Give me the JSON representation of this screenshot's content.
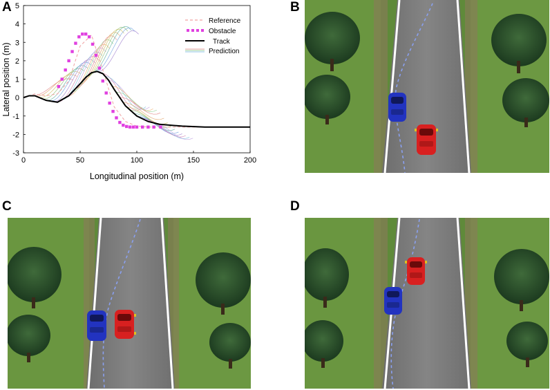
{
  "panels": {
    "a": "A",
    "b": "B",
    "c": "C",
    "d": "D"
  },
  "chart_data": {
    "type": "line",
    "title": "",
    "xlabel": "Longitudinal position (m)",
    "ylabel": "Lateral position (m)",
    "xlim": [
      0,
      200
    ],
    "ylim": [
      -3,
      5
    ],
    "xticks": [
      0,
      50,
      100,
      150,
      200
    ],
    "yticks": [
      -3,
      -2,
      -1,
      0,
      1,
      2,
      3,
      4,
      5
    ],
    "grid": false,
    "legend_position": "top-right",
    "series": [
      {
        "name": "Reference",
        "style": "dashed",
        "color": "#f0a0a0",
        "x": [
          0,
          10,
          20,
          30,
          40,
          50,
          60,
          70,
          80,
          90,
          100,
          110,
          120,
          140,
          160,
          200
        ],
        "y": [
          0,
          0.2,
          0.1,
          0.2,
          0.9,
          2.8,
          3.4,
          1.5,
          -0.5,
          -1.3,
          -1.55,
          -1.6,
          -1.6,
          -1.6,
          -1.6,
          -1.6
        ]
      },
      {
        "name": "Obstacle",
        "style": "markers",
        "color": "#e040e0",
        "x": [
          31,
          34,
          37,
          40,
          43,
          46,
          49,
          52,
          55,
          58,
          61,
          64,
          67,
          70,
          73,
          76,
          79,
          82,
          85,
          88,
          91,
          94,
          97,
          100,
          105,
          110,
          115,
          121
        ],
        "y": [
          0.6,
          1.0,
          1.5,
          2.0,
          2.5,
          2.95,
          3.3,
          3.45,
          3.45,
          3.3,
          2.9,
          2.3,
          1.6,
          0.9,
          0.25,
          -0.3,
          -0.75,
          -1.1,
          -1.35,
          -1.5,
          -1.57,
          -1.6,
          -1.6,
          -1.6,
          -1.6,
          -1.6,
          -1.6,
          -1.6
        ]
      },
      {
        "name": "Track",
        "style": "solid",
        "color": "#000000",
        "x": [
          0,
          5,
          10,
          20,
          30,
          40,
          50,
          55,
          60,
          65,
          70,
          75,
          80,
          90,
          100,
          110,
          120,
          140,
          160,
          200
        ],
        "y": [
          0,
          0.1,
          0.1,
          -0.15,
          -0.25,
          0.1,
          0.75,
          1.1,
          1.35,
          1.42,
          1.3,
          0.95,
          0.45,
          -0.45,
          -1.0,
          -1.3,
          -1.45,
          -1.55,
          -1.6,
          -1.6
        ]
      },
      {
        "name": "Prediction",
        "style": "fan",
        "color": "#6ab0d8"
      }
    ]
  },
  "scenes": {
    "b": {
      "label": ""
    },
    "c": {
      "label": ""
    },
    "d": {
      "label": ""
    }
  }
}
